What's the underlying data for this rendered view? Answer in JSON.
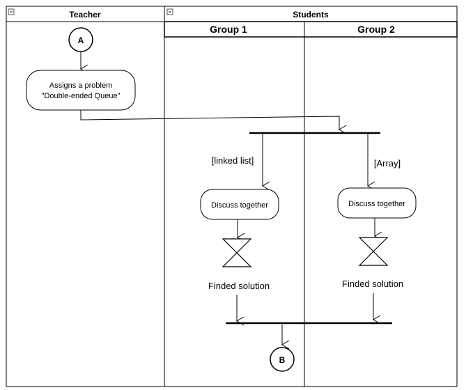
{
  "lanes": {
    "teacher": {
      "title": "Teacher"
    },
    "students": {
      "title": "Students",
      "groups": [
        {
          "title": "Group 1"
        },
        {
          "title": "Group 2"
        }
      ]
    }
  },
  "nodes": {
    "start_connector": "A",
    "end_connector": "B",
    "assign": {
      "line1": "Assigns a problem",
      "line2": "\"Double-ended Queue\""
    },
    "discuss_1": "Discuss together",
    "discuss_2": "Discuss together",
    "solution_1": "Finded solution",
    "solution_2": "Finded solution"
  },
  "guards": {
    "group1": "[linked list]",
    "group2": "[Array]"
  },
  "icons": {
    "collapse": "collapse-minus-icon",
    "timer": "hourglass-timer-icon"
  }
}
